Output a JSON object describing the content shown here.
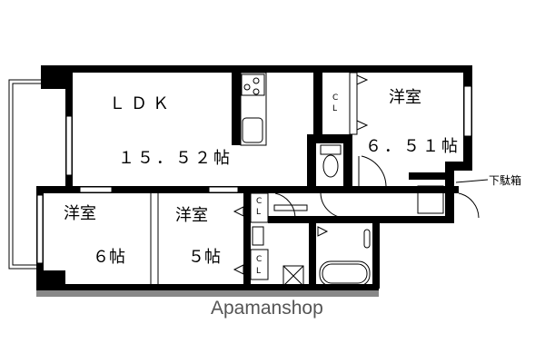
{
  "floorplan": {
    "rooms": {
      "ldk": {
        "name": "ＬＤＫ",
        "size": "１５．５２帖"
      },
      "bedroom_ne": {
        "name": "洋室",
        "size": "６．５１帖"
      },
      "bedroom_sw": {
        "name": "洋室",
        "size": "６帖"
      },
      "bedroom_s": {
        "name": "洋室",
        "size": "５帖"
      }
    },
    "closet_label_top": "C",
    "closet_label_bottom": "L",
    "shoe_cabinet_label": "下駄箱"
  },
  "watermark": "Apamanshop",
  "colors": {
    "wall": "#000000",
    "floor_edge": "#888888",
    "watermark": "#555555"
  }
}
